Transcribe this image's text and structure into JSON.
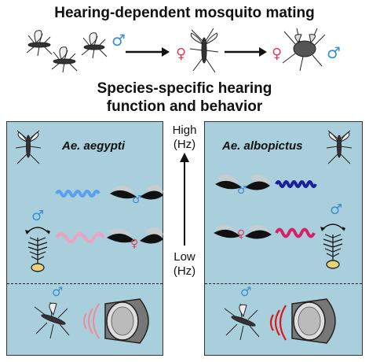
{
  "header": {
    "title": "Hearing-dependent mosquito mating"
  },
  "subtitle": {
    "line1": "Species-specific hearing",
    "line2": "function and behavior"
  },
  "axis": {
    "high": "High",
    "high_unit": "(Hz)",
    "low": "Low",
    "low_unit": "(Hz)"
  },
  "panels": {
    "left_species": "Ae. aegypti",
    "right_species": "Ae. albopictus"
  },
  "symbols": {
    "male": "♂",
    "female": "♀"
  },
  "colors": {
    "panel": "#a9cfdc",
    "male": "#3a8fd0",
    "female": "#e0405a",
    "wave_light_blue": "#5aa0ee",
    "wave_dark_blue": "#1a1fa0",
    "wave_light_pink": "#f2a0c0",
    "wave_pink": "#d8206a",
    "sound_light": "#f08a96",
    "sound_red": "#d81a1a"
  }
}
